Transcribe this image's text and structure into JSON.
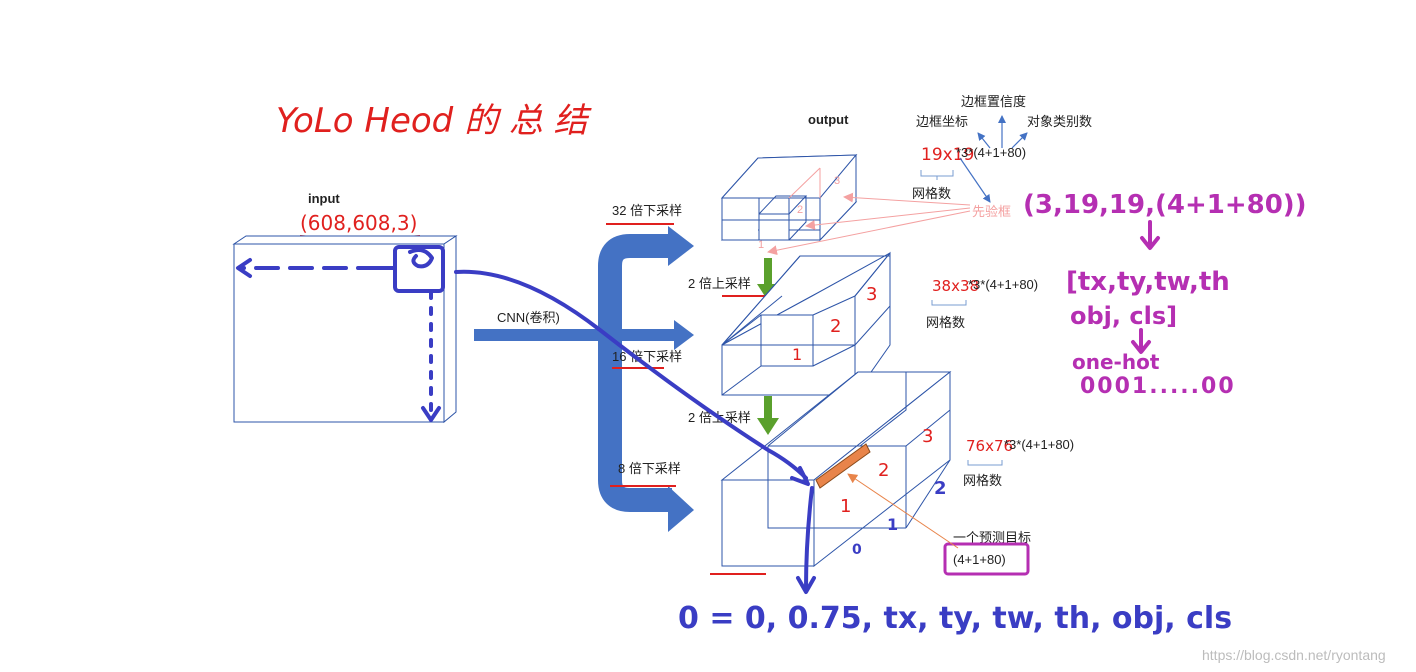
{
  "title": "YoLo Heod 的 总 结",
  "input": {
    "label": "input",
    "shape": "(608,608,3)"
  },
  "cnn_label": "CNN(卷积)",
  "output_label": "output",
  "branches": [
    {
      "downsample": "32 倍下采样",
      "grid": "19x19",
      "formula": "*3*(4+1+80)",
      "grid_caption": "网格数",
      "anchors": [
        "1",
        "2",
        "3"
      ]
    },
    {
      "downsample": "16 倍下采样",
      "grid": "38x38",
      "formula": "*3*(4+1+80)",
      "grid_caption": "网格数",
      "anchors": [
        "1",
        "2",
        "3"
      ]
    },
    {
      "downsample": "8 倍下采样",
      "grid": "76x76",
      "formula": "*3*(4+1+80)",
      "grid_caption": "网格数",
      "anchors": [
        "1",
        "2",
        "3"
      ]
    }
  ],
  "upsample_labels": [
    "2 倍上采样",
    "2 倍上采样"
  ],
  "legend": {
    "confidence": "边框置信度",
    "bbox_coords": "边框坐标",
    "class_count": "对象类别数",
    "anchor": "先验框"
  },
  "prediction": {
    "caption": "一个预测目标",
    "value": "(4+1+80)",
    "index_labels": [
      "0",
      "1",
      "2"
    ]
  },
  "notes": {
    "tensor_shape": "(3,19,19,(4+1+80))",
    "fields_line1": "[tx,ty,tw,th",
    "fields_line2": "obj, cls]",
    "encoding_line1": "one-hot",
    "encoding_line2": "0001.....00",
    "example": "0 = 0, 0.75, tx, ty, tw, th, obj, cls"
  },
  "watermark": "https://blog.csdn.net/ryontang",
  "colors": {
    "box_edge": "#2e55a8",
    "arrow_fill": "#4472c4",
    "upsample_arrow": "#5aa02c",
    "handwriting_red": "#e0201e",
    "pen_blue": "#3a3dc4",
    "pen_purple": "#b52fb2",
    "anchor_pink": "#f4a1a1",
    "highlight_orange": "#e8844a"
  }
}
